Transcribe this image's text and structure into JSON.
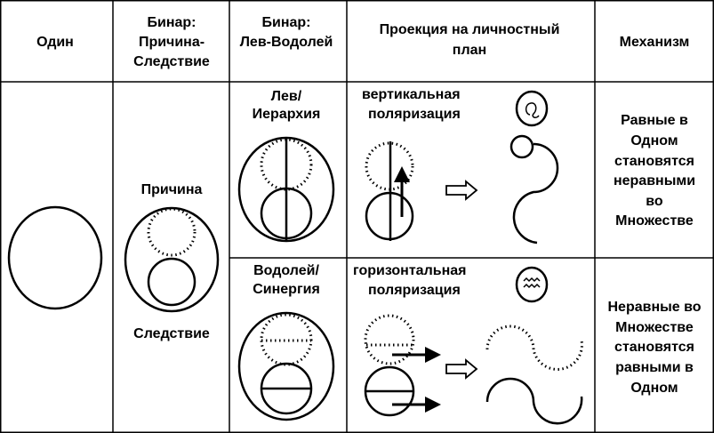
{
  "headers": {
    "one": "Один",
    "binary_cause": [
      "Бинар:",
      "Причина-",
      "Следствие"
    ],
    "binary_leo": [
      "Бинар:",
      "Лев-Водолей"
    ],
    "projection": [
      "Проекция на личностный",
      "план"
    ],
    "mechanism": "Механизм"
  },
  "binary_col": {
    "cause": "Причина",
    "effect": "Следствие"
  },
  "leo_row": {
    "label": [
      "Лев/",
      "Иерархия"
    ],
    "polarization": [
      "вертикальная",
      "поляризация"
    ],
    "symbol": "leo-sign-icon",
    "mechanism": [
      "Равные в",
      "Одном",
      "становятся",
      "неравными",
      "во",
      "Множестве"
    ]
  },
  "aquarius_row": {
    "label": [
      "Водолей/",
      "Синергия"
    ],
    "polarization": [
      "горизонтальная",
      "поляризация"
    ],
    "symbol": "aquarius-sign-icon",
    "mechanism": [
      "Неравные во",
      "Множестве",
      "становятся",
      "равными в",
      "Одном"
    ]
  }
}
